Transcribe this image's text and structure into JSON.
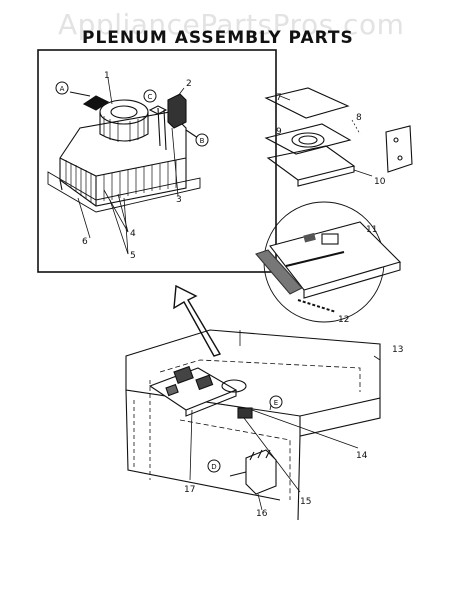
{
  "header": {
    "watermark": "AppliancePartsPros.com",
    "title": "PLENUM ASSEMBLY PARTS",
    "figure_code": "",
    "footer_code": ""
  },
  "callouts": {
    "c1": "1",
    "c2": "2",
    "c3": "3",
    "c4": "4",
    "c5": "5",
    "c6": "6",
    "c7": "7",
    "c8": "8",
    "c9": "9",
    "c10": "10",
    "c11": "11",
    "c12": "12",
    "c13": "13",
    "c14": "14",
    "c15": "15",
    "c16": "16",
    "c17": "17"
  },
  "letters": {
    "A": "A",
    "B": "B",
    "C": "C",
    "D": "D",
    "E": "E"
  }
}
